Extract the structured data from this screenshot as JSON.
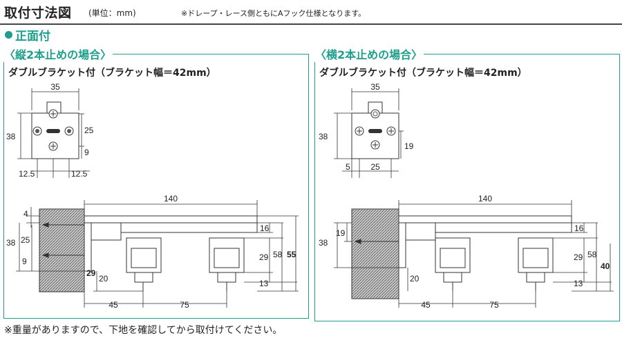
{
  "header": {
    "title": "取付寸法図",
    "unit": "(単位：mm)",
    "note": "※ドレープ・レース側ともにAフック仕様となります。"
  },
  "section": "正面付",
  "panels": [
    {
      "title": "〈縦2本止めの場合〉",
      "subtitle": "ダブルブラケット付（ブラケット幅＝42mm）",
      "top_dims": {
        "width": "35",
        "height": "38",
        "upper": "25",
        "lower": "9",
        "left": "12.5",
        "right": "12.5"
      },
      "side_dims": {
        "length": "140",
        "d4": "4",
        "d38": "38",
        "d25": "25",
        "d9": "9",
        "d29b": "29",
        "d20": "20",
        "d16": "16",
        "d29": "29",
        "d58": "58",
        "d55": "55",
        "d13": "13",
        "d45": "45",
        "d75": "75"
      }
    },
    {
      "title": "〈横2本止めの場合〉",
      "subtitle": "ダブルブラケット付（ブラケット幅＝42mm）",
      "top_dims": {
        "width": "35",
        "height": "38",
        "lower": "19",
        "left": "5",
        "center": "25"
      },
      "side_dims": {
        "length": "140",
        "d19": "19",
        "d38": "38",
        "d20": "20",
        "d16": "16",
        "d29": "29",
        "d58": "58",
        "d40": "40",
        "d13": "13",
        "d45": "45",
        "d75": "75"
      }
    }
  ],
  "footnote": "※重量がありますので、下地を確認してから取付けてください。"
}
